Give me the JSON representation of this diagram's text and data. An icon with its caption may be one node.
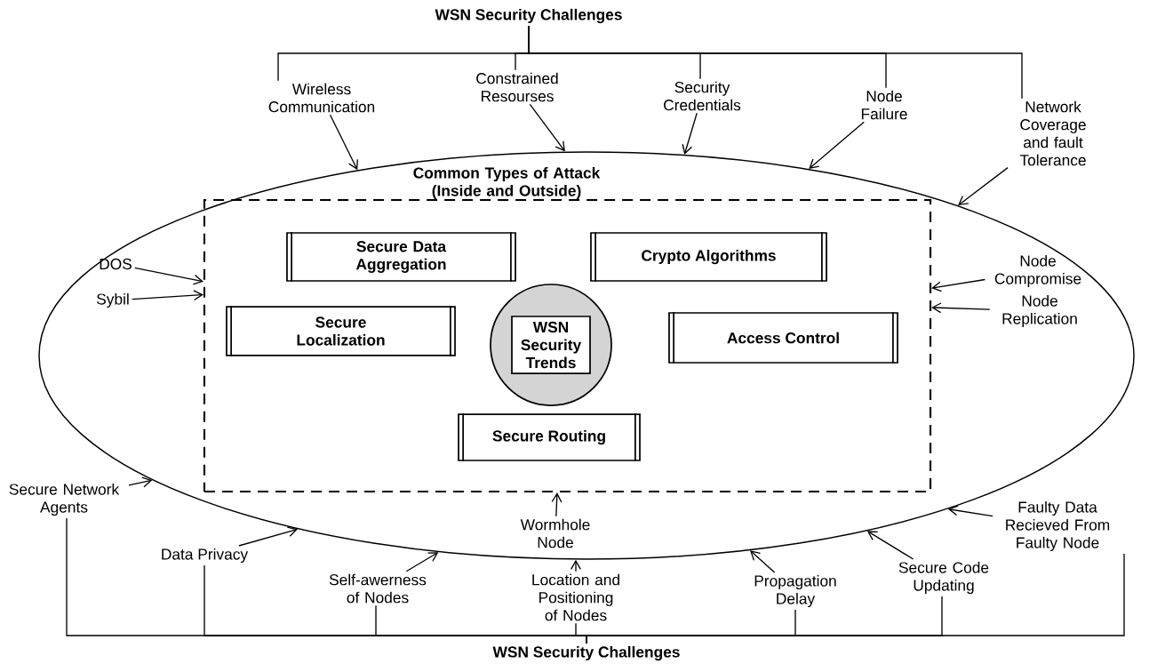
{
  "diagram": {
    "nodes": [
      {
        "text": [
          "WSN Security Challenges"
        ]
      },
      {
        "text": [
          "Wireless Communication"
        ]
      },
      {
        "text": [
          "Constrained Resourses"
        ]
      },
      {
        "text": [
          "Security Credentials"
        ]
      },
      {
        "text": [
          "Node Failure"
        ]
      },
      {
        "text": [
          "Network Coverage and fault Tolerance"
        ]
      },
      {
        "text": [
          "Common Types of Attack (Inside and Outside)"
        ]
      },
      {
        "text": [],
        "shape": "box",
        "in": 6
      },
      {
        "text": [
          "Secure Data Aggregation"
        ],
        "in": 7
      },
      {
        "text": [
          "Crypto Algorithms"
        ],
        "in": 7
      },
      {
        "text": [
          "Secure Localization"
        ],
        "in": 7
      },
      {
        "text": [
          "WSN Security Trends"
        ],
        "in": 7
      },
      {
        "text": [
          "Access Control"
        ],
        "in": 7
      },
      {
        "text": [
          "Secure Routing"
        ],
        "in": 7
      },
      {
        "text": [
          "DOS"
        ],
        "in": 6
      },
      {
        "text": [
          "Sybil"
        ],
        "in": 6
      },
      {
        "text": [
          "Node Compromise"
        ],
        "in": 6
      },
      {
        "text": [
          "Node Replication"
        ],
        "in": 6
      },
      {
        "text": [
          "Wormhole Node"
        ],
        "in": 6
      },
      {
        "text": [
          "Secure Network Agents"
        ]
      },
      {
        "text": [
          "Data Privacy"
        ]
      },
      {
        "text": [
          "Self-awerness of Nodes"
        ]
      },
      {
        "text": [
          "Location and Positioning of Nodes"
        ]
      },
      {
        "text": [
          "Propagation Delay"
        ]
      },
      {
        "text": [
          "Secure Code Updating"
        ]
      },
      {
        "text": [
          "Faulty Data Recieved From Faulty Node"
        ]
      },
      {
        "text": [
          "WSN Security Challenges"
        ]
      }
    ],
    "edges": [
      {
        "from": 0,
        "to": 1,
        "arrow": "none"
      },
      {
        "from": 0,
        "to": 2,
        "arrow": "none"
      },
      {
        "from": 0,
        "to": 3,
        "arrow": "none"
      },
      {
        "from": 0,
        "to": 4,
        "arrow": "none"
      },
      {
        "from": 0,
        "to": 5,
        "arrow": "none"
      },
      {
        "from": 1,
        "to": 6,
        "arrow": "to"
      },
      {
        "from": 2,
        "to": 6,
        "arrow": "to"
      },
      {
        "from": 3,
        "to": 6,
        "arrow": "to"
      },
      {
        "from": 4,
        "to": 6,
        "arrow": "to"
      },
      {
        "from": 5,
        "to": 6,
        "arrow": "to"
      },
      {
        "from": 14,
        "to": 7,
        "arrow": "to"
      },
      {
        "from": 15,
        "to": 7,
        "arrow": "to"
      },
      {
        "from": 16,
        "to": 7,
        "arrow": "to"
      },
      {
        "from": 17,
        "to": 7,
        "arrow": "to"
      },
      {
        "from": 18,
        "to": 7,
        "arrow": "to"
      },
      {
        "from": 19,
        "to": 6,
        "arrow": "to"
      },
      {
        "from": 20,
        "to": 6,
        "arrow": "to"
      },
      {
        "from": 21,
        "to": 6,
        "arrow": "to"
      },
      {
        "from": 22,
        "to": 6,
        "arrow": "to"
      },
      {
        "from": 23,
        "to": 6,
        "arrow": "to"
      },
      {
        "from": 24,
        "to": 6,
        "arrow": "to"
      },
      {
        "from": 25,
        "to": 6,
        "arrow": "to"
      },
      {
        "from": 26,
        "to": 19,
        "arrow": "none"
      },
      {
        "from": 26,
        "to": 20,
        "arrow": "none"
      },
      {
        "from": 26,
        "to": 21,
        "arrow": "none"
      },
      {
        "from": 26,
        "to": 22,
        "arrow": "none"
      },
      {
        "from": 26,
        "to": 23,
        "arrow": "none"
      },
      {
        "from": 26,
        "to": 24,
        "arrow": "none"
      },
      {
        "from": 26,
        "to": 25,
        "arrow": "none"
      }
    ]
  }
}
